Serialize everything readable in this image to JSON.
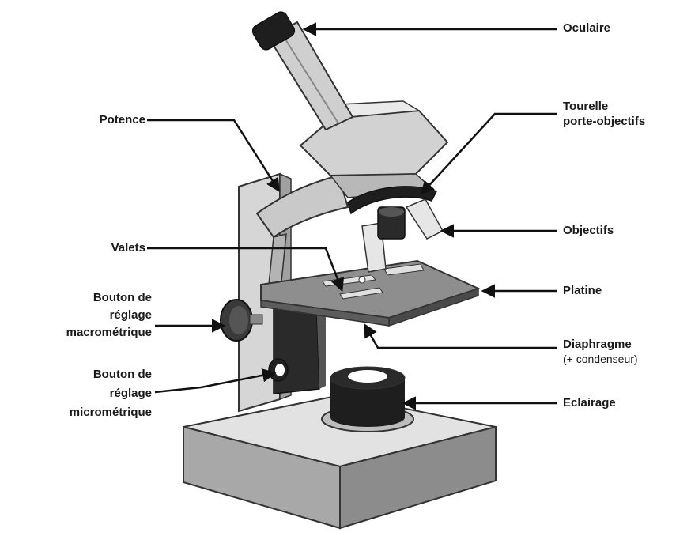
{
  "labels": {
    "oculaire": "Oculaire",
    "potence": "Potence",
    "tourelle": [
      "Tourelle",
      "porte-objectifs"
    ],
    "objectifs": "Objectifs",
    "valets": "Valets",
    "platine": "Platine",
    "macro": [
      "Bouton de",
      "réglage",
      "macrométrique"
    ],
    "diaphragme": [
      "Diaphragme",
      "(+ condenseur)"
    ],
    "micro": [
      "Bouton de",
      "réglage",
      "micrométrique"
    ],
    "eclairage": "Eclairage"
  },
  "colors": {
    "line": "#111111",
    "light_gray": "#d4d4d4",
    "mid_gray": "#a9a9a9",
    "dark_gray": "#5a5a5a",
    "black": "#1a1a1a"
  }
}
